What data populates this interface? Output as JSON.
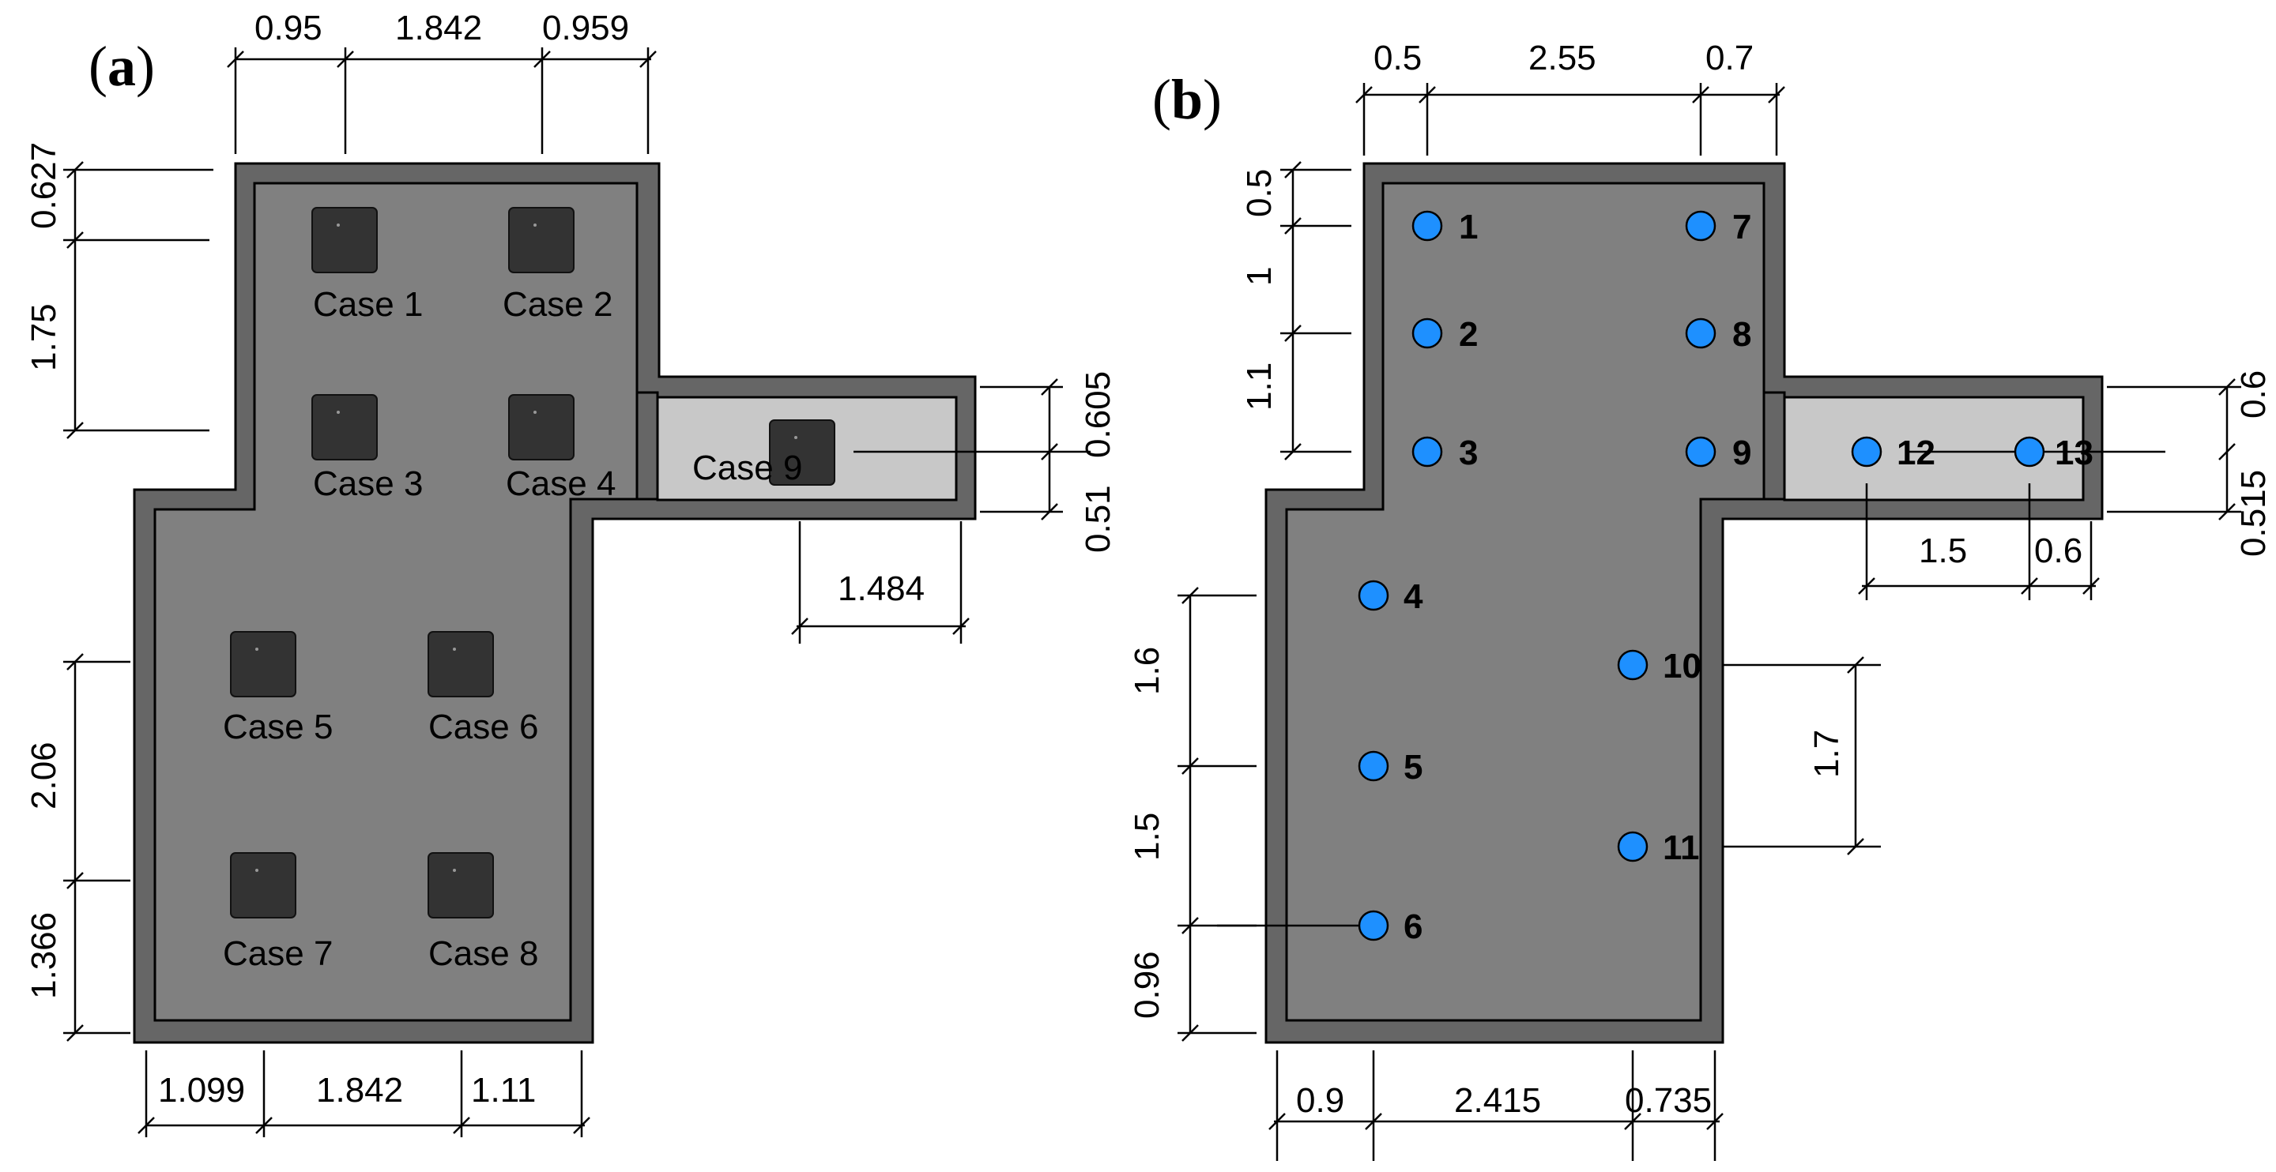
{
  "panel_a": {
    "label_letter": "a",
    "dimensions": {
      "top_1": "0.95",
      "top_2": "1.842",
      "top_3": "0.959",
      "left_1": "0.627",
      "left_2": "1.75",
      "left_3": "2.06",
      "left_4": "1.366",
      "bottom_1": "1.099",
      "bottom_2": "1.842",
      "bottom_3": "1.11",
      "right_1": "0.605",
      "right_2": "0.51",
      "sensor_offset": "1.484"
    },
    "cases": [
      "Case 1",
      "Case 2",
      "Case 3",
      "Case 4",
      "Case 5",
      "Case 6",
      "Case 7",
      "Case 8",
      "Case 9"
    ]
  },
  "panel_b": {
    "label_letter": "b",
    "dimensions": {
      "top_1": "0.5",
      "top_2": "2.55",
      "top_3": "0.7",
      "left_1": "0.5",
      "left_2": "1",
      "left_3": "1.1",
      "left_4": "1.6",
      "left_5": "1.5",
      "left_6": "0.96",
      "bottom_1": "0.9",
      "bottom_2": "2.415",
      "bottom_3": "0.735",
      "right_1": "0.6",
      "right_2": "0.515",
      "right_lower_1": "1.5",
      "right_lower_2": "0.6",
      "middle_right": "1.7"
    },
    "points": [
      "1",
      "2",
      "3",
      "4",
      "5",
      "6",
      "7",
      "8",
      "9",
      "10",
      "11",
      "12",
      "13"
    ],
    "point_color": "#1e90ff"
  }
}
